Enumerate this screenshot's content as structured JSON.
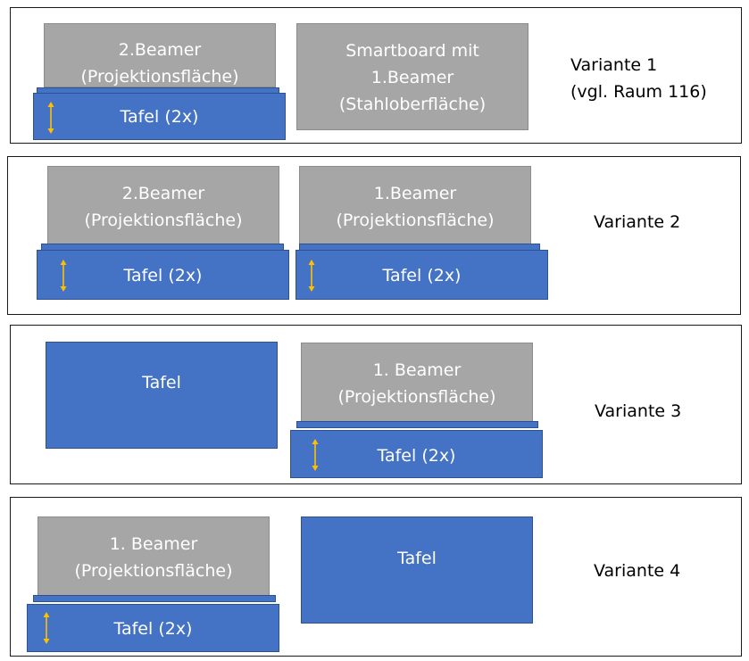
{
  "variants": [
    {
      "label": "Variante 1\n(vgl. Raum 116)",
      "left_gray": "2.Beamer\n(Projektionsfläche)",
      "left_board": "Tafel (2x)",
      "right_gray": "Smartboard mit\n1.Beamer\n(Stahloberfläche)"
    },
    {
      "label": "Variante 2",
      "left_gray": "2.Beamer\n(Projektionsfläche)",
      "left_board": "Tafel (2x)",
      "right_gray": "1.Beamer\n(Projektionsfläche)",
      "right_board": "Tafel (2x)"
    },
    {
      "label": "Variante 3",
      "left_tafel": "Tafel",
      "right_gray": "1. Beamer\n(Projektionsfläche)",
      "right_board": "Tafel (2x)"
    },
    {
      "label": "Variante 4",
      "left_gray": "1. Beamer\n(Projektionsfläche)",
      "left_board": "Tafel (2x)",
      "right_tafel": "Tafel"
    }
  ],
  "colors": {
    "board_blue": "#4472c4",
    "projection_gray": "#a6a6a6",
    "arrow_yellow": "#ffc000"
  },
  "icons": {
    "arrow": "double-arrow-vertical-icon"
  }
}
